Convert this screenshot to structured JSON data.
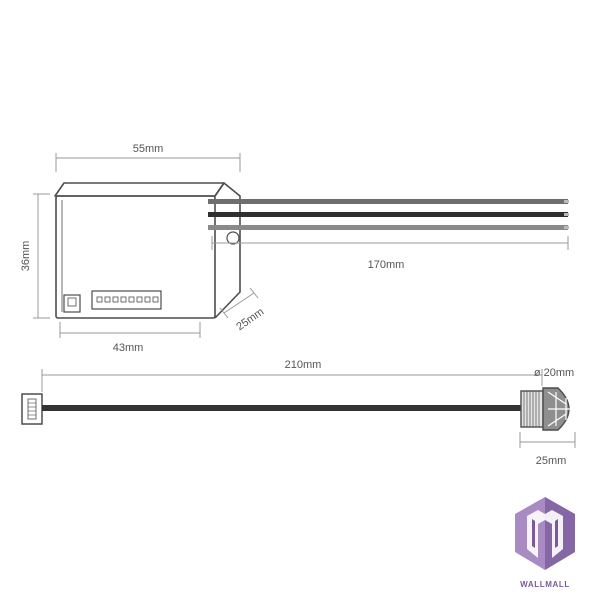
{
  "dimensions": {
    "module_width": "55mm",
    "module_height": "36mm",
    "module_depth": "25mm",
    "module_base_width": "43mm",
    "wire_length": "170mm",
    "cable_length": "210mm",
    "sensor_diameter": "ø 20mm",
    "sensor_length": "25mm"
  },
  "brand": {
    "name": "WALLMALL",
    "color": "#7a5a9c",
    "logo_light": "#a98bc4",
    "logo_dark": "#6a4b8c"
  },
  "colors": {
    "line": "#4d4d4d",
    "dimension_line": "#9a9a9a",
    "cable": "#333333"
  }
}
